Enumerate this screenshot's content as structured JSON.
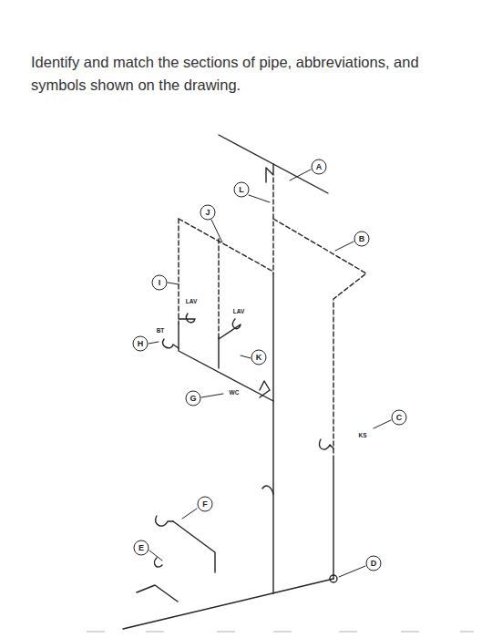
{
  "diagram": {
    "title": "Identify and match the sections of pipe, abbreviations, and symbols shown on the drawing.",
    "labels": [
      "A",
      "B",
      "C",
      "D",
      "E",
      "F",
      "G",
      "H",
      "I",
      "J",
      "K",
      "L",
      "LAV",
      "LAV",
      "BT",
      "WC",
      "KS"
    ]
  }
}
